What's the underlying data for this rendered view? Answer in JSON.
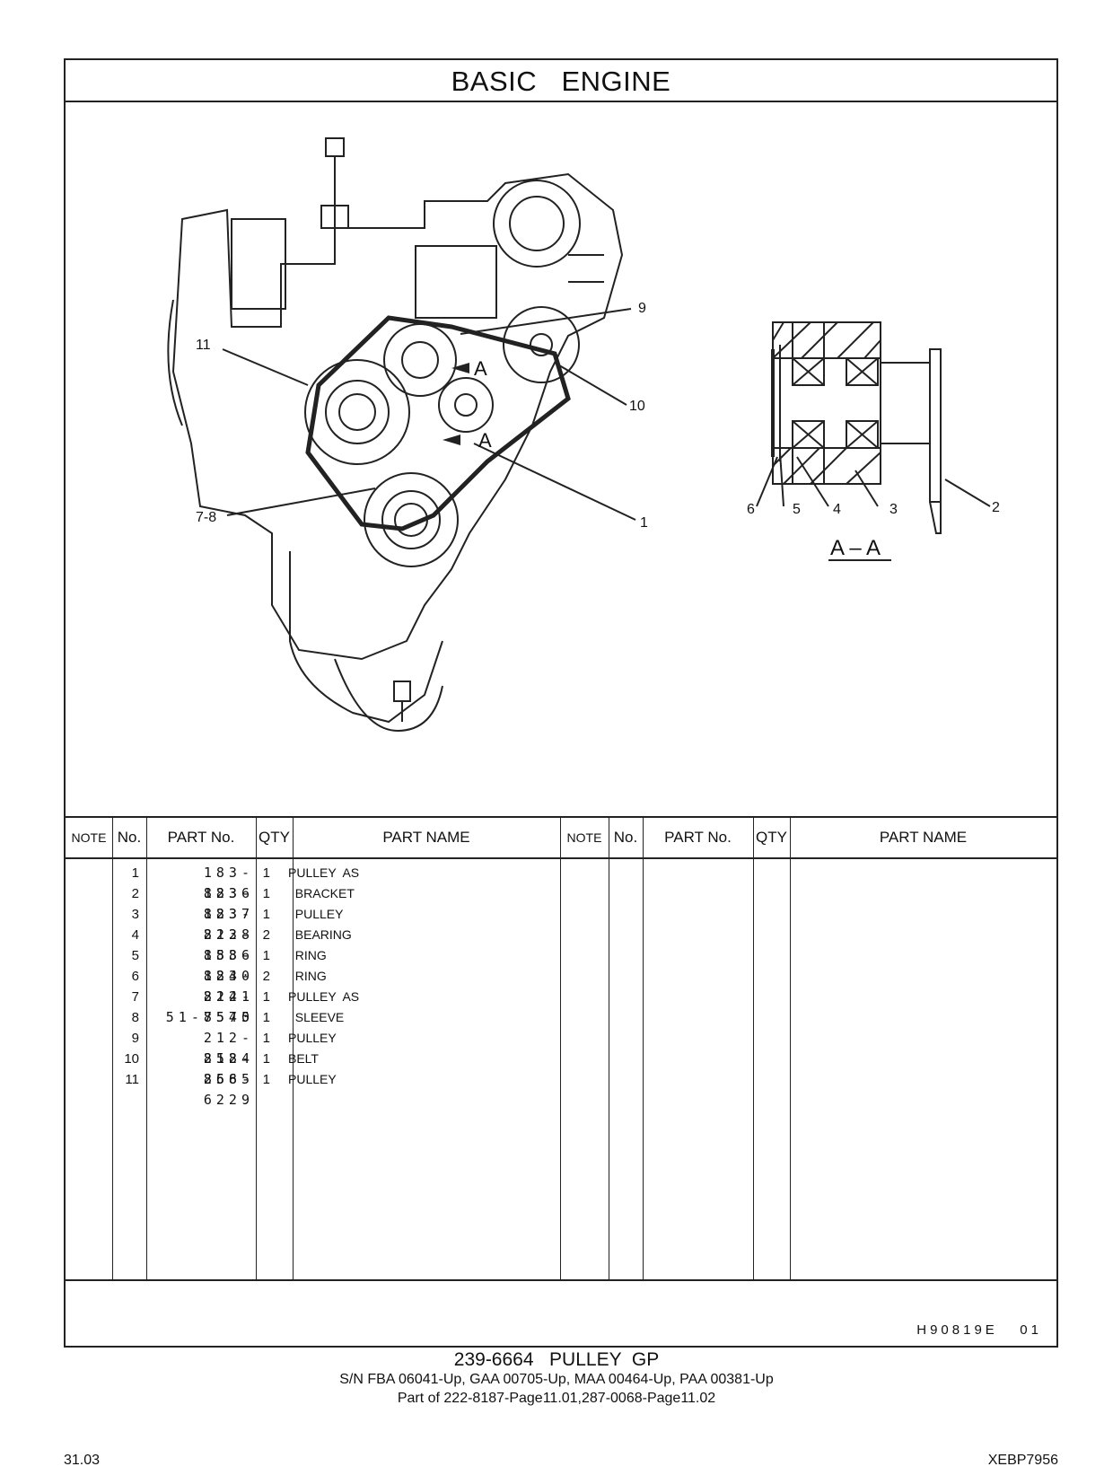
{
  "page_title": "BASIC   ENGINE",
  "callouts": {
    "c1": "1",
    "c2": "2",
    "c3": "3",
    "c4": "4",
    "c5": "5",
    "c6": "6",
    "c78": "7-8",
    "c9": "9",
    "c10": "10",
    "c11": "11",
    "view_a1": "A",
    "view_a2": "A"
  },
  "section_label": "A – A",
  "table": {
    "headers": {
      "note": "NOTE",
      "no": "No.",
      "part_no": "PART No.",
      "qty": "QTY",
      "part_name": "PART NAME",
      "note2": "NOTE",
      "no2": "No.",
      "part_no2": "PART No.",
      "qty2": "QTY",
      "part_name2": "PART NAME"
    },
    "rows": [
      {
        "no": "1",
        "part_no": "183-8236",
        "qty": "1",
        "name": "PULLEY  AS"
      },
      {
        "no": "2",
        "part_no": "183-8237",
        "qty": "1",
        "name": "  BRACKET"
      },
      {
        "no": "3",
        "part_no": "183-8238",
        "qty": "1",
        "name": "  PULLEY"
      },
      {
        "no": "4",
        "part_no": "212-8586",
        "qty": "2",
        "name": "  BEARING"
      },
      {
        "no": "5",
        "part_no": "183-8240",
        "qty": "1",
        "name": "  RING"
      },
      {
        "no": "6",
        "part_no": "183-8241",
        "qty": "2",
        "name": "  RING"
      },
      {
        "no": "7",
        "part_no": "212-8575",
        "qty": "1",
        "name": "PULLEY  AS"
      },
      {
        "no": "8",
        "part_no": "51-7540",
        "qty": "1",
        "name": "  SLEEVE"
      },
      {
        "no": "9",
        "part_no": "212-8584",
        "qty": "1",
        "name": "PULLEY"
      },
      {
        "no": "10",
        "part_no": "212-8585",
        "qty": "1",
        "name": "BELT"
      },
      {
        "no": "11",
        "part_no": "266-6229",
        "qty": "1",
        "name": "PULLEY"
      }
    ]
  },
  "drawing_number": "H90819E   01",
  "caption": {
    "line1": "239-6664   PULLEY  GP",
    "line2": "S/N FBA 06041-Up, GAA 00705-Up, MAA 00464-Up, PAA 00381-Up",
    "line3": "Part of 222-8187-Page11.01,287-0068-Page11.02"
  },
  "page_number": "31.03",
  "doc_code": "XEBP7956"
}
